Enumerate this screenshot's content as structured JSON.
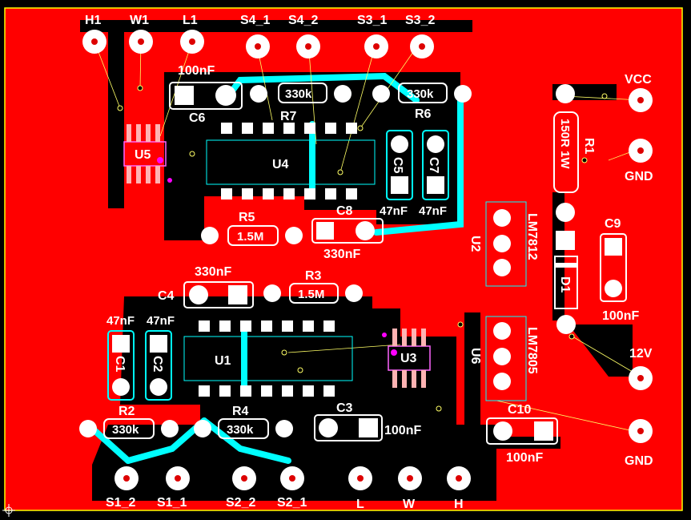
{
  "board": {
    "copper_color": "#ff0000",
    "background_color": "#000000",
    "silkscreen_color": "#ffffff",
    "trace_color_bottom": "#00ffff",
    "outline_color": "#ffff00"
  },
  "connectors_top": [
    "H1",
    "W1",
    "L1",
    "S4_1",
    "S4_2",
    "S3_1",
    "S3_2"
  ],
  "connectors_bottom": [
    "S1_2",
    "S1_1",
    "S2_2",
    "S2_1",
    "L",
    "W",
    "H"
  ],
  "connectors_right": [
    "VCC",
    "GND",
    "12V",
    "GND"
  ],
  "components": {
    "U5": "U5",
    "U4": "U4",
    "U1": "U1",
    "U3": "U3",
    "U2": "U2",
    "U6": "U6",
    "C6": "C6",
    "C6_val": "100nF",
    "R7": "R7",
    "R7_val": "330k",
    "R6": "R6",
    "R6_val": "330k",
    "C5": "C5",
    "C7": "C7",
    "C5_val": "47nF",
    "C7_val": "47nF",
    "R5": "R5",
    "R5_val": "1.5M",
    "C8": "C8",
    "C8_val": "330nF",
    "C4": "C4",
    "C4_val": "330nF",
    "R3": "R3",
    "R3_val": "1.5M",
    "C1": "C1",
    "C2": "C2",
    "C1_val": "47nF",
    "C2_val": "47nF",
    "R2": "R2",
    "R2_val": "330k",
    "R4": "R4",
    "R4_val": "330k",
    "C3": "C3",
    "C3_val": "100nF",
    "R1": "R1",
    "R1_val": "150R 1W",
    "C9": "C9",
    "C9_val": "100nF",
    "D1": "D1",
    "U2_val": "LM7812",
    "U6_val": "LM7805",
    "C10": "C10",
    "C10_val": "100nF"
  }
}
